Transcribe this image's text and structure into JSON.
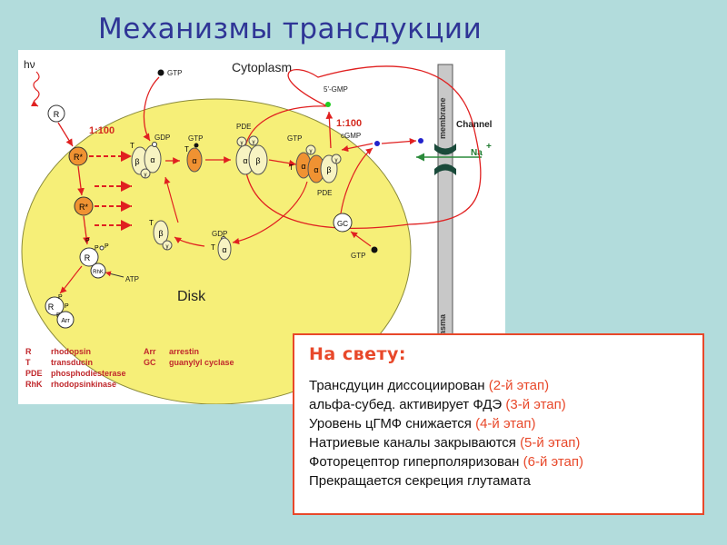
{
  "title": "Механизмы трансдукции",
  "colors": {
    "title": "#2f3596",
    "accent_red": "#e8482a",
    "disk_yellow": "#f6ef78",
    "protein_orange": "#f09232",
    "membrane_gray": "#c8c8c8",
    "channel_green": "#1a4a3a",
    "background": "#b2dcdc"
  },
  "diagram": {
    "labels": {
      "hv": "hν",
      "cytoplasm": "Cytoplasm",
      "disk": "Disk",
      "membrane": "membrane",
      "plasma": "plasma",
      "channel": "Channel",
      "na": "Na",
      "na_charge": "+",
      "ratio_left": "1:100",
      "ratio_right": "1:100",
      "gtp_top": "GTP",
      "gdp_top": "GDP",
      "gtp_mid": "GTP",
      "pde_top": "PDE",
      "gtp_right": "GTP",
      "pde_right": "PDE",
      "gmp5": "5'-GMP",
      "cgmp": "cGMP",
      "gdp_low": "GDP",
      "gtp_gc": "GTP",
      "atp": "ATP",
      "R": "R",
      "Rstar1": "R*",
      "Rstar2": "R*",
      "Rp": "R",
      "P": "P",
      "RhK": "RhK",
      "Rb": "R",
      "Arr": "Arr",
      "GC": "GC",
      "T": "T",
      "alpha": "α",
      "beta": "β",
      "gamma": "γ"
    },
    "legend": [
      {
        "abbr": "R",
        "term": "rhodopsin",
        "abbr2": "Arr",
        "term2": "arrestin"
      },
      {
        "abbr": "T",
        "term": "transducin",
        "abbr2": "GC",
        "term2": "guanylyl cyclase"
      },
      {
        "abbr": "PDE",
        "term": "phosphodiesterase",
        "abbr2": "",
        "term2": ""
      },
      {
        "abbr": "RhK",
        "term": "rhodopsinkinase",
        "abbr2": "",
        "term2": ""
      }
    ]
  },
  "info": {
    "heading": "На свету:",
    "lines": [
      {
        "text": "Трансдуцин диссоциирован ",
        "stage": "(2-й этап)"
      },
      {
        "text": "альфа-субед. активирует ФДЭ ",
        "stage": "(3-й этап)"
      },
      {
        "text": "Уровень цГМФ снижается ",
        "stage": "(4-й этап)"
      },
      {
        "text": "Натриевые каналы закрываются ",
        "stage": "(5-й этап)"
      },
      {
        "text": "Фоторецептор гиперполяризован ",
        "stage": "(6-й этап)"
      },
      {
        "text": "Прекращается секреция глутамата",
        "stage": ""
      }
    ]
  }
}
